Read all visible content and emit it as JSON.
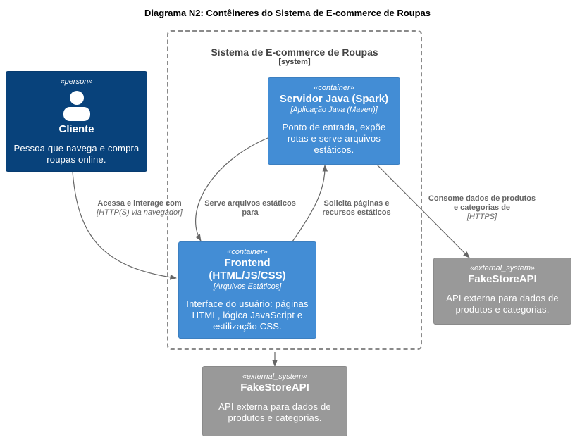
{
  "diagram": {
    "title": "Diagrama N2: Contêineres do Sistema de E-commerce de Roupas",
    "boundary": {
      "name": "Sistema de E-commerce de Roupas",
      "type": "[system]"
    },
    "nodes": {
      "cliente": {
        "stereotype": "«person»",
        "name": "Cliente",
        "description": "Pessoa que navega e compra roupas online."
      },
      "servidor": {
        "stereotype": "«container»",
        "name": "Servidor Java (Spark)",
        "technology": "[Aplicação Java (Maven)]",
        "description": "Ponto de entrada, expõe rotas e serve arquivos estáticos."
      },
      "frontend": {
        "stereotype": "«container»",
        "name": "Frontend (HTML/JS/CSS)",
        "technology": "[Arquivos Estáticos]",
        "description": "Interface do usuário: páginas HTML, lógica JavaScript e estilização CSS."
      },
      "fakestore_right": {
        "stereotype": "«external_system»",
        "name": "FakeStoreAPI",
        "description": "API externa para dados de produtos e categorias."
      },
      "fakestore_bottom": {
        "stereotype": "«external_system»",
        "name": "FakeStoreAPI",
        "description": "API externa para dados de produtos e categorias."
      }
    },
    "edges": {
      "cliente_frontend": {
        "label": "Acessa e interage com",
        "technology": "[HTTP(S) via navegador]"
      },
      "servidor_frontend": {
        "label": "Serve arquivos estáticos para"
      },
      "frontend_servidor": {
        "label": "Solicita páginas e recursos estáticos"
      },
      "servidor_fakestore": {
        "label": "Consome dados de produtos e categorias de",
        "technology": "[HTTPS]"
      }
    }
  }
}
